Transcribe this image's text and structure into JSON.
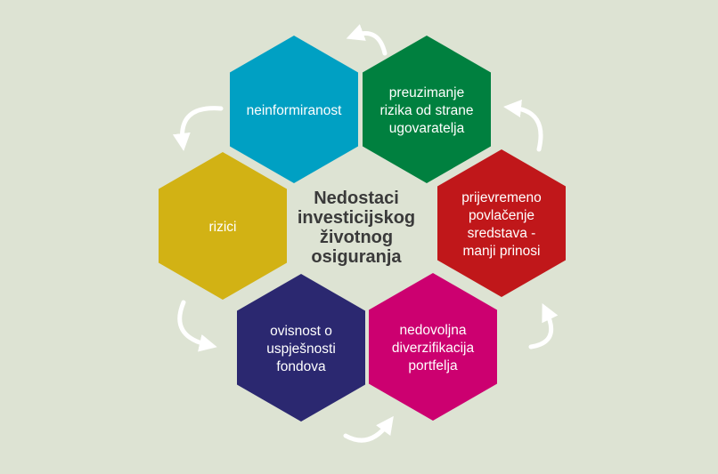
{
  "title": [
    "Nedostaci",
    "investicijskog",
    "životnog",
    "osiguranja"
  ],
  "colors": {
    "background": "#dde3d3",
    "arrow": "#ffffff",
    "title": "#3a3a3a"
  },
  "hexagons": [
    {
      "id": "neinformiranost",
      "lines": [
        "neinformiranost"
      ],
      "color": "#00a0c3"
    },
    {
      "id": "preuzimanje-rizika",
      "lines": [
        "preuzimanje",
        "rizika od strane",
        "ugovaratelja"
      ],
      "color": "#00803f"
    },
    {
      "id": "prijevremeno-povlacenje",
      "lines": [
        "prijevremeno",
        "povlačenje",
        "sredstava -",
        "manji prinosi"
      ],
      "color": "#c0171a"
    },
    {
      "id": "nedovoljna-diverzifikacija",
      "lines": [
        "nedovoljna",
        "diverzifikacija",
        "portfelja"
      ],
      "color": "#cc0070"
    },
    {
      "id": "ovisnost-o-fondovima",
      "lines": [
        "ovisnost o",
        "uspješnosti",
        "fondova"
      ],
      "color": "#2b2870"
    },
    {
      "id": "rizici",
      "lines": [
        "rizici"
      ],
      "color": "#d2b214"
    }
  ]
}
